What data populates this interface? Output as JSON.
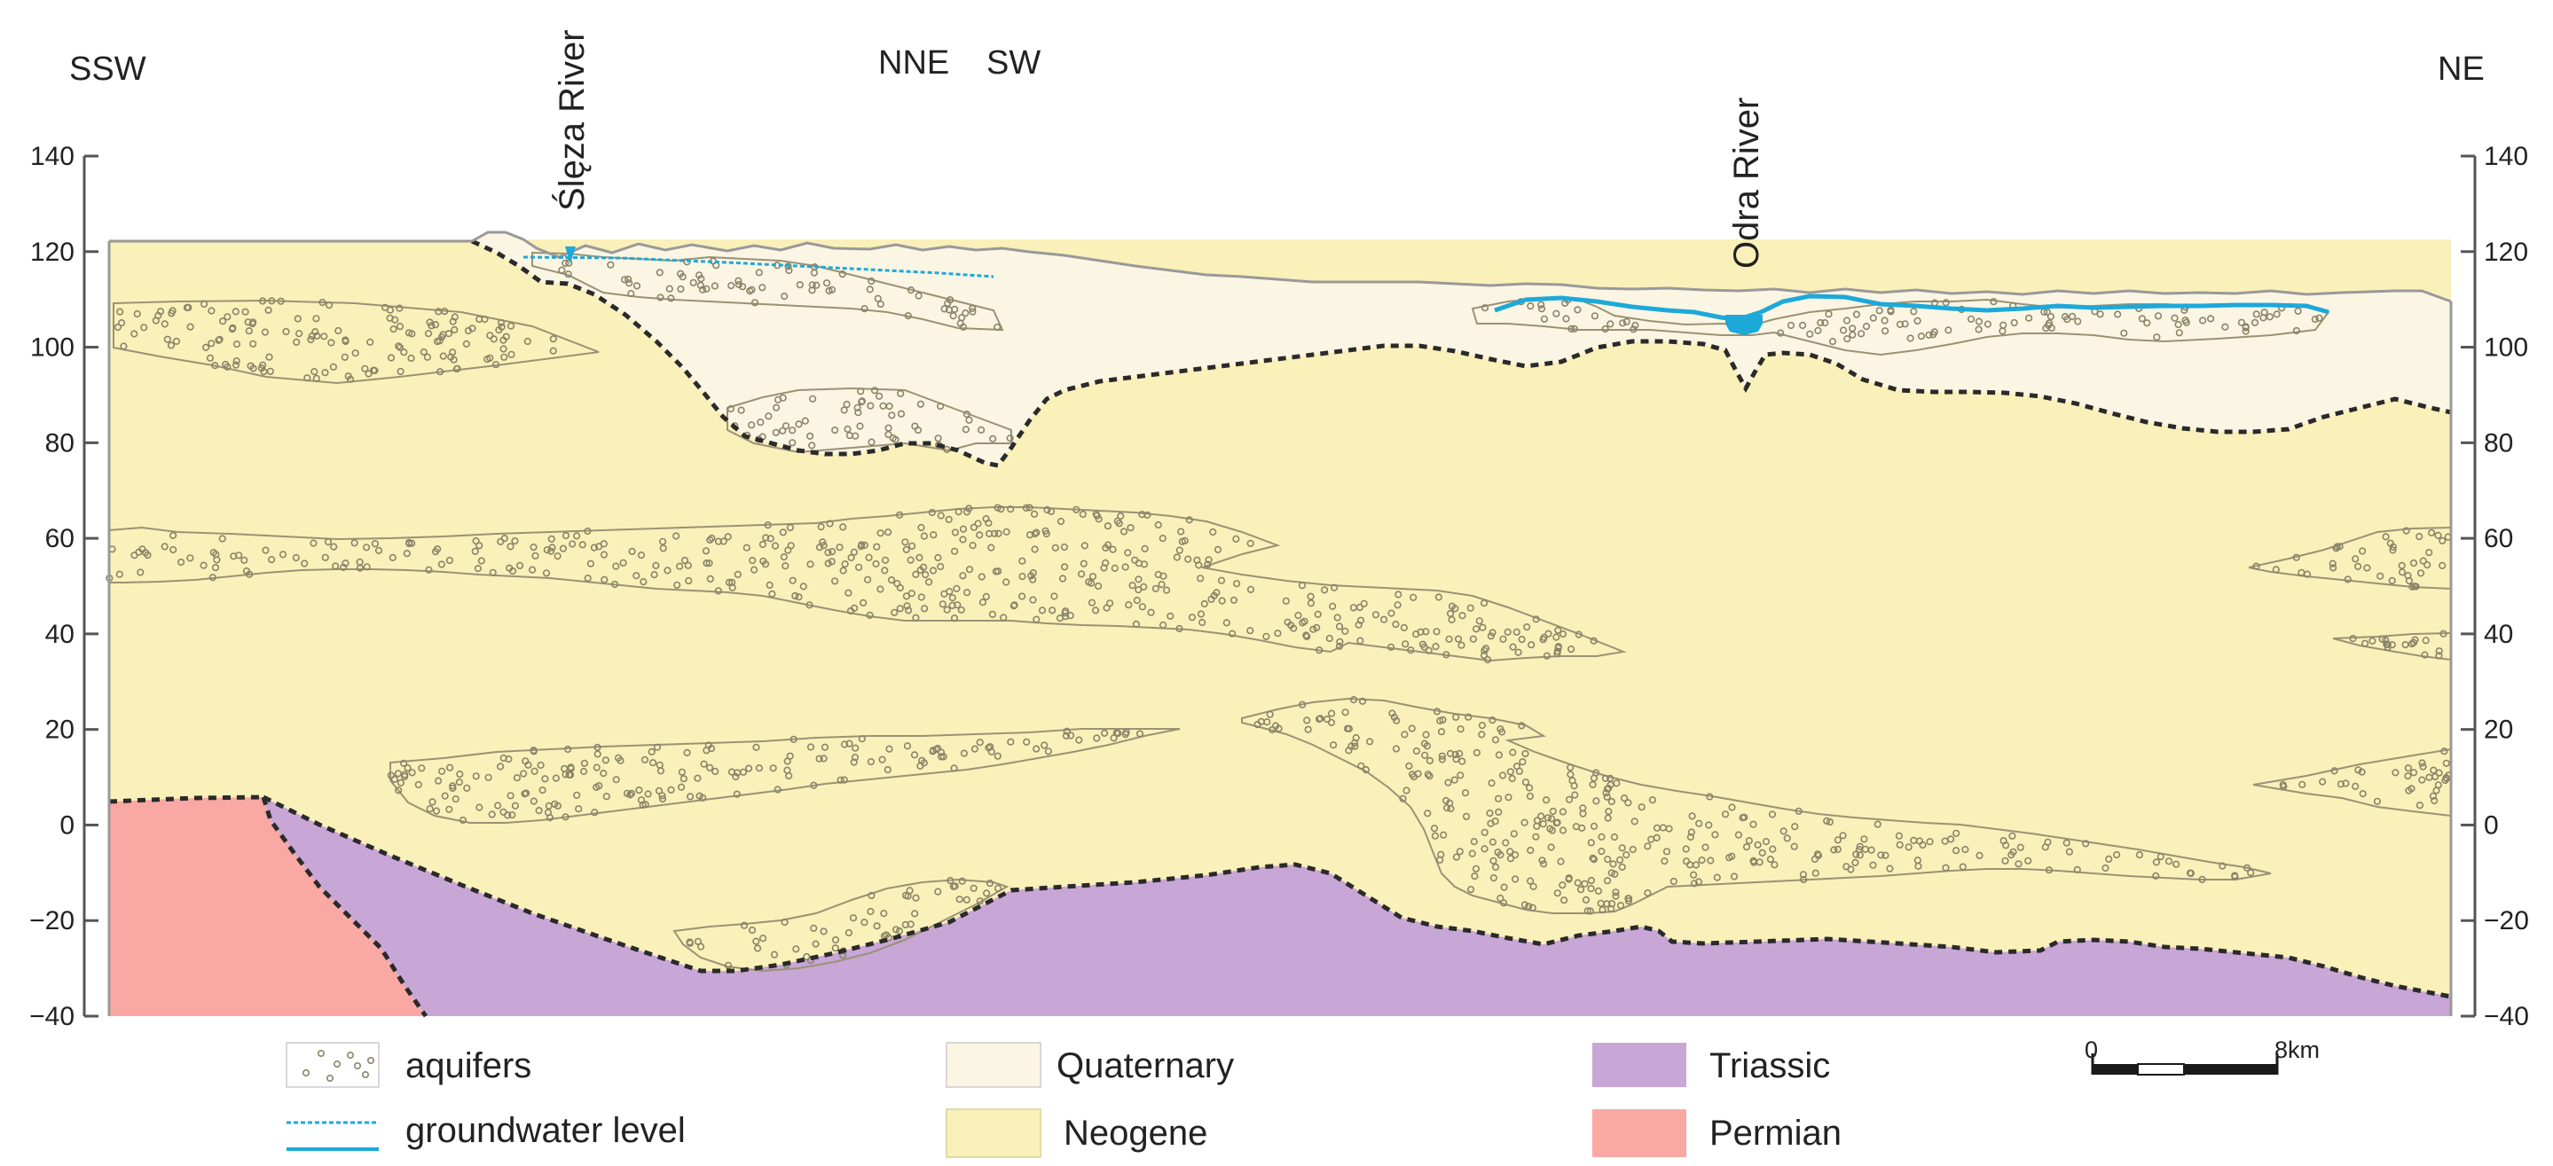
{
  "directions": {
    "left_start": "SSW",
    "left_end": "NNE",
    "right_start": "SW",
    "right_end": "NE"
  },
  "rivers": [
    {
      "name": "Ślęza River"
    },
    {
      "name": "Odra River"
    }
  ],
  "y_axis": {
    "ticks": [
      "140",
      "120",
      "100",
      "80",
      "60",
      "40",
      "20",
      "0",
      "−20",
      "−40"
    ],
    "range": [
      -40,
      140
    ]
  },
  "legend": {
    "aquifers": "aquifers",
    "groundwater_level": "groundwater level",
    "quaternary": "Quaternary",
    "neogene": "Neogene",
    "triassic": "Triassic",
    "permian": "Permian"
  },
  "scale_bar": {
    "start": "0",
    "end": "8km"
  },
  "colors": {
    "quaternary": "#fbf5e4",
    "neogene": "#faf0b9",
    "triassic": "#c8a6d6",
    "permian": "#f9a8a3",
    "groundwater": "#1ca9d9",
    "boundary": "#2a2a2a",
    "aquifer_outline": "#9a9275",
    "aquifer_dot": "#8a8468"
  }
}
